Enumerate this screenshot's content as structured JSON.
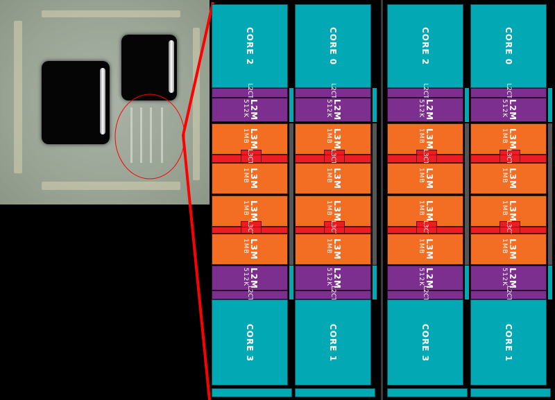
{
  "colors": {
    "core": "#02a9b4",
    "l2": "#7c2f8f",
    "l3": "#f36d23",
    "ctl": "#ec1c24",
    "annotation": "#ff0000"
  },
  "labels": {
    "l2m": "L2M",
    "l2size": "512K",
    "l3m": "L3M",
    "l3size": "1MB",
    "l2ctl": "L2CTL",
    "l3ctl": "L3CTL"
  },
  "groups": [
    {
      "columns": [
        {
          "top": "CORE 2",
          "bottom": "CORE 3"
        },
        {
          "top": "CORE 0",
          "bottom": "CORE 1"
        }
      ]
    },
    {
      "columns": [
        {
          "top": "CORE 2",
          "bottom": "CORE 3"
        },
        {
          "top": "CORE 0",
          "bottom": "CORE 1"
        }
      ]
    }
  ]
}
